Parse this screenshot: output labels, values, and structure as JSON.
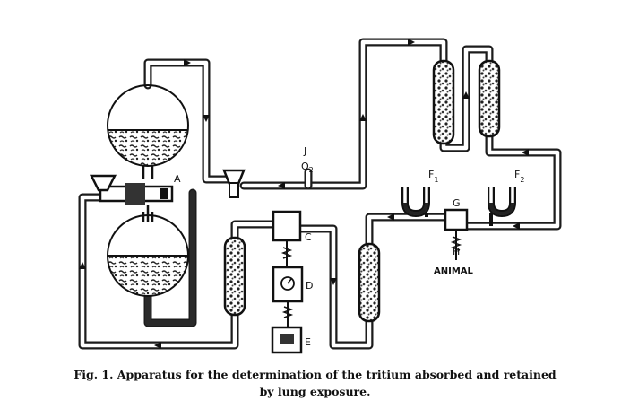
{
  "labels": {
    "stopcock": "A",
    "junction": "J",
    "oxygen_base": "O",
    "oxygen_sub": "2",
    "pump": "C",
    "meter": "D",
    "source": "E",
    "manometer_1": "F",
    "manometer_1_sub": "1",
    "manometer_2": "F",
    "manometer_2_sub": "2",
    "chamber": "G",
    "inlet": "H",
    "animal": "ANIMAL"
  },
  "caption": {
    "line1": "Fig. 1. Apparatus for the determination of the tritium absorbed and retained",
    "line2": "by lung exposure."
  },
  "colors": {
    "ink": "#1c1c1c",
    "paper": "#ffffff"
  }
}
